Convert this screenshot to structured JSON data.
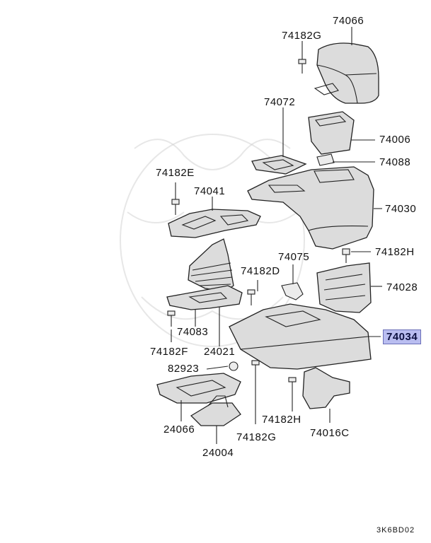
{
  "labels": {
    "p74066": "74066",
    "p74182G_top": "74182G",
    "p74072": "74072",
    "p74006": "74006",
    "p74088": "74088",
    "p74182E": "74182E",
    "p74041": "74041",
    "p74030": "74030",
    "p74075": "74075",
    "p74182H_right": "74182H",
    "p74182D": "74182D",
    "p74028": "74028",
    "p74034": "74034",
    "p74083": "74083",
    "p74182F": "74182F",
    "p24021": "24021",
    "p82923": "82923",
    "p74182H_bottom": "74182H",
    "p24066": "24066",
    "p74182G_bottom": "74182G",
    "p74016C": "74016C",
    "p24004": "24004"
  },
  "drawing_code": "3K6BD02",
  "highlight_color": "#b9bdf0"
}
